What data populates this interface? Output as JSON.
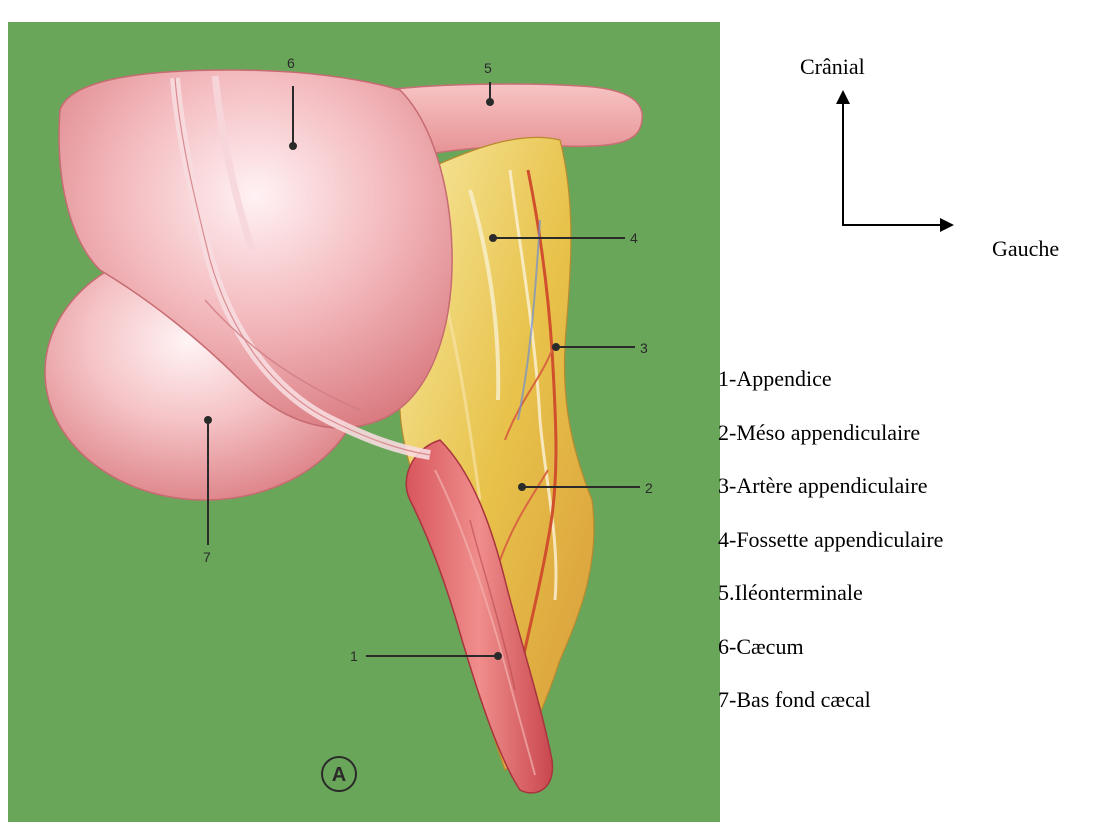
{
  "figure": {
    "badge": "A",
    "callouts": [
      "1",
      "2",
      "3",
      "4",
      "5",
      "6",
      "7"
    ]
  },
  "orientation": {
    "up_label": "Crânial",
    "right_label": "Gauche"
  },
  "legend": [
    "1-Appendice",
    "2-Méso appendiculaire",
    "3-Artère appendiculaire",
    "4-Fossette appendiculaire",
    "5.Iléonterminale",
    "6-Cæcum",
    "7-Bas fond cæcal"
  ],
  "colors": {
    "background": "#6aa65a",
    "tissue": "#efa3a3",
    "tissue_highlight": "#fde9ec",
    "mesentery": "#e7c14e",
    "artery": "#d0502e"
  }
}
